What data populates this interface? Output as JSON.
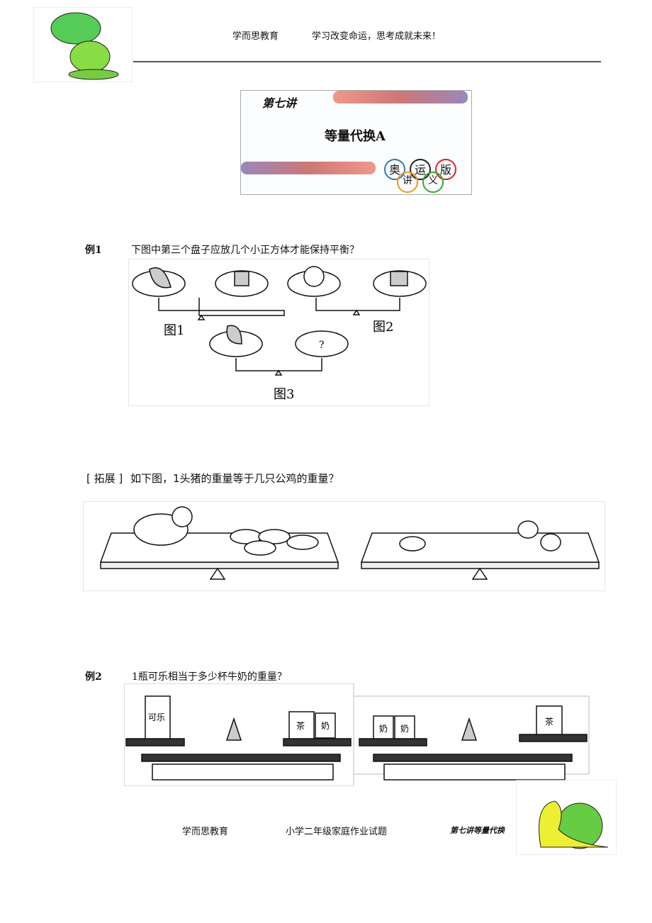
{
  "header": {
    "org": "学而思教育",
    "slogan": "学习改变命运，思考成就未来！"
  },
  "banner": {
    "lecture": "第七讲",
    "title": "等量代换A",
    "rings": [
      "奥",
      "运",
      "版",
      "讲",
      "义"
    ]
  },
  "example1": {
    "label": "例1",
    "question": "下图中第三个盘子应放几个小正方体才能保持平衡？",
    "fig_labels": [
      "图1",
      "图2",
      "图3"
    ],
    "unknown": "?"
  },
  "extension": {
    "label": "[ 拓展 ]",
    "question": "如下图，1头猪的重量等于几只公鸡的重量？"
  },
  "example2": {
    "label": "例2",
    "question": "1瓶可乐相当于多少杯牛奶的重量？",
    "cola": "可乐",
    "tea": "茶",
    "milk": "奶"
  },
  "footer": {
    "org": "学而思教育",
    "subject": "小学二年级家庭作业试题",
    "lecture": "第七讲等量代换"
  }
}
